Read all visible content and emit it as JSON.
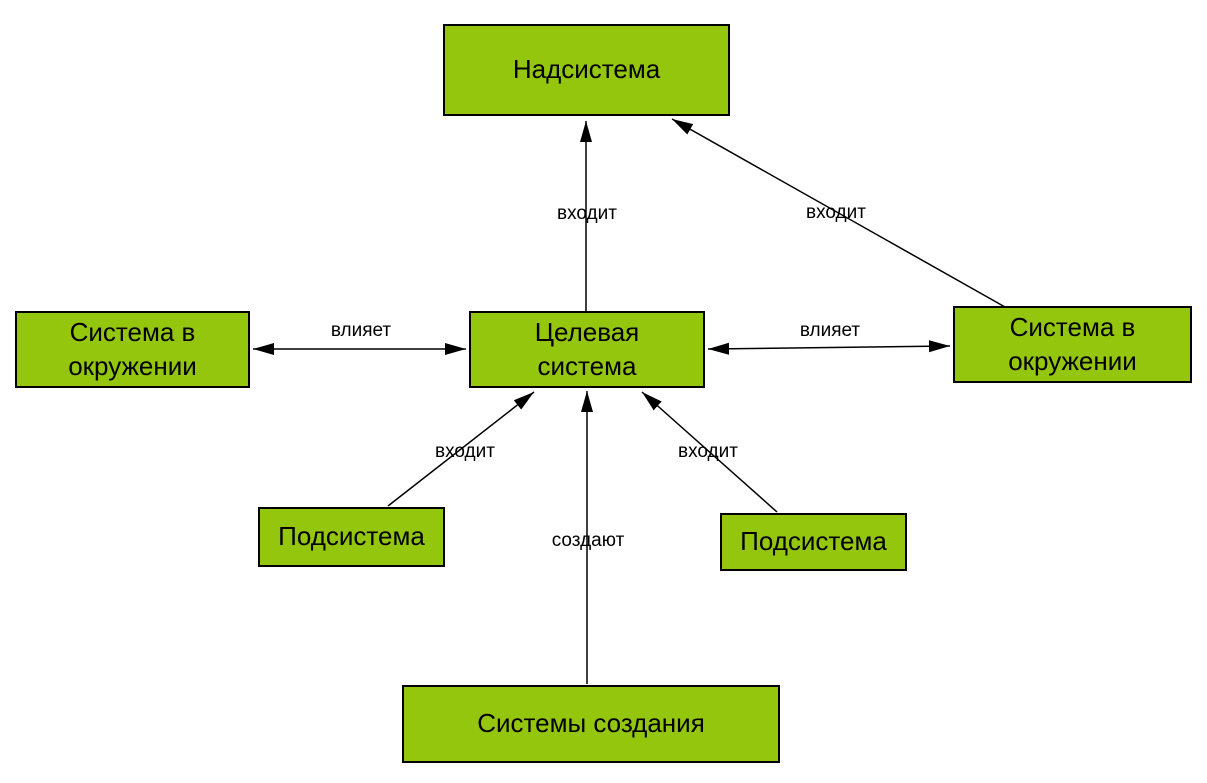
{
  "colors": {
    "background": "#FFFFFF",
    "node_fill": "#94C60D",
    "node_border": "#000000",
    "edge": "#000000",
    "text": "#000000"
  },
  "nodes": [
    {
      "id": "supersystem",
      "label": "Надсистема"
    },
    {
      "id": "system-env-left",
      "label": "Система в\nокружении"
    },
    {
      "id": "target-system",
      "label": "Целевая\nсистема"
    },
    {
      "id": "system-env-right",
      "label": "Система в\nокружении"
    },
    {
      "id": "subsystem-left",
      "label": "Подсистема"
    },
    {
      "id": "subsystem-right",
      "label": "Подсистема"
    },
    {
      "id": "creation-systems",
      "label": "Системы создания"
    }
  ],
  "edges": [
    {
      "id": "target-to-supersystem",
      "label": "входит"
    },
    {
      "id": "env-right-to-supersystem",
      "label": "входит"
    },
    {
      "id": "env-left-target-bidirectional",
      "label": "влияет"
    },
    {
      "id": "target-env-right-bidirectional",
      "label": "влияет"
    },
    {
      "id": "subsystem-left-to-target",
      "label": "входит"
    },
    {
      "id": "subsystem-right-to-target",
      "label": "входит"
    },
    {
      "id": "creation-to-target",
      "label": "создают"
    }
  ]
}
